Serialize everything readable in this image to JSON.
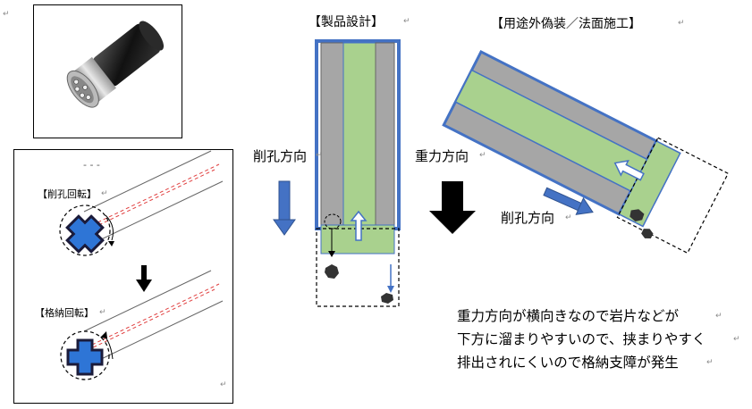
{
  "titles": {
    "product_design": "【製品設計】",
    "application": "【用途外偽装／法面施工】"
  },
  "labels": {
    "drill_dir_left": "削孔方向",
    "gravity_dir": "重力方向",
    "drill_dir_right": "削孔方向"
  },
  "inset": {
    "drill_rotation": "【削孔回転】",
    "storage_rotation": "【格納回転】",
    "top_fragment": "- - -"
  },
  "note": {
    "line1": "重力方向が横向きなので岩片などが",
    "line2": "下方に溜まりやすいので、挟まりやすく",
    "line3": "排出されにくいので格納支障が発生"
  },
  "marks": {
    "return": "↵"
  },
  "colors": {
    "blue": "#4472C4",
    "green": "#A9D18E",
    "gray": "#A6A6A6",
    "black": "#000000",
    "red_dash": "#E04040"
  }
}
